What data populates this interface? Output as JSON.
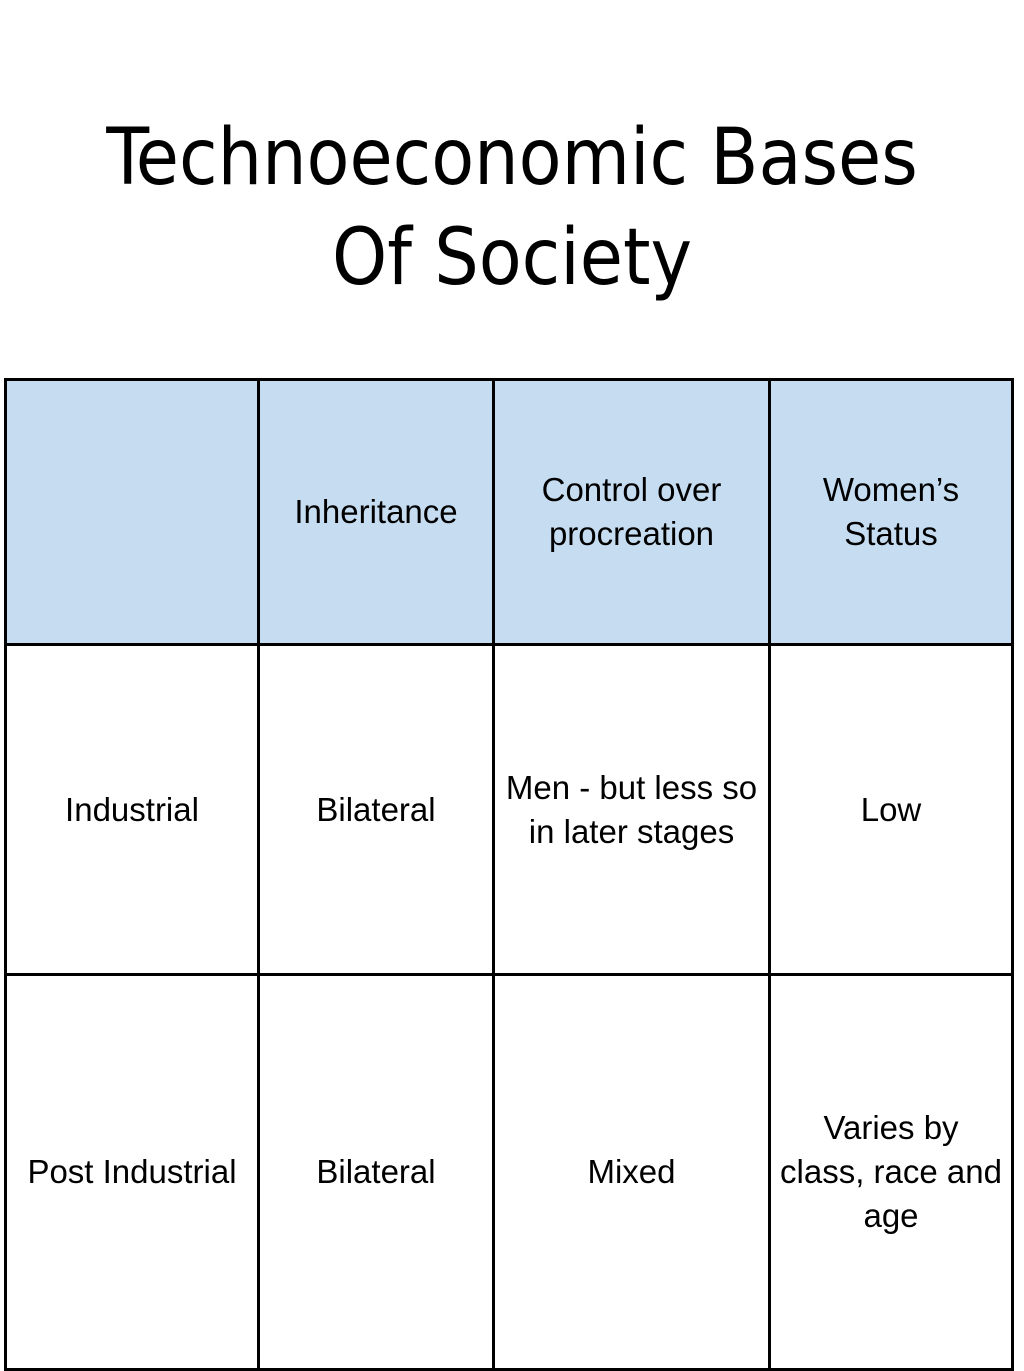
{
  "slide": {
    "title": "Technoeconomic Bases\nOf Society",
    "title_line_1": "Technoeconomic Bases",
    "title_line_2": "Of Society"
  },
  "colors": {
    "header_fill": "#c5dcf1",
    "border": "#000000",
    "text": "#000000",
    "background": "#ffffff"
  },
  "table": {
    "columns": [
      {
        "key": "society_type",
        "label": ""
      },
      {
        "key": "inheritance",
        "label": "Inheritance"
      },
      {
        "key": "control_over_procreation",
        "label": "Control over procreation"
      },
      {
        "key": "womens_status",
        "label": "Women’s Status"
      }
    ],
    "rows": [
      {
        "label": "Industrial",
        "cells": [
          "Bilateral",
          "Men - but less so in later stages",
          "Low"
        ]
      },
      {
        "label": "Post Industrial",
        "cells": [
          "Bilateral",
          "Mixed",
          "Varies by class, race and age"
        ]
      }
    ]
  }
}
